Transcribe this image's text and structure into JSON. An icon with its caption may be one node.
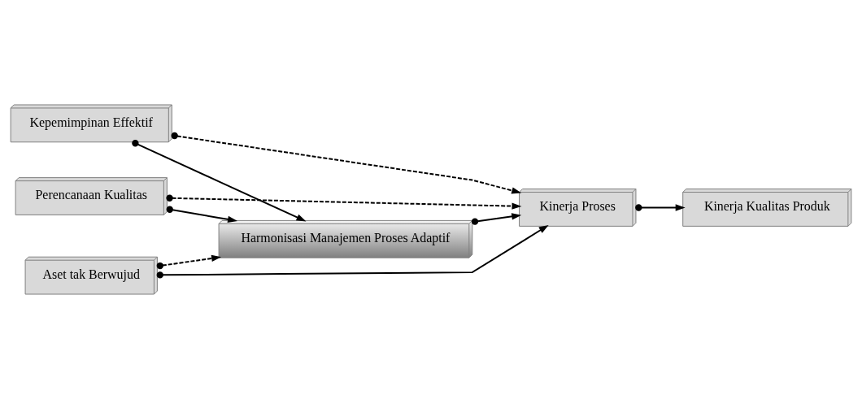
{
  "diagram": {
    "nodes": [
      {
        "text": [
          "Kepemimpinan Effektif"
        ]
      },
      {
        "text": [
          "Perencanaan Kualitas"
        ]
      },
      {
        "text": [
          "Harmonisasi Manajemen Proses Adaptif"
        ]
      },
      {
        "text": [
          "Kinerja Proses"
        ]
      },
      {
        "text": [
          "Kinerja Kualitas Produk"
        ]
      },
      {
        "text": [
          "Aset tak Berwujud"
        ]
      }
    ],
    "edges": [
      {
        "from": 0,
        "to": 3,
        "arrow": "to",
        "style": "dashed"
      },
      {
        "from": 0,
        "to": 2,
        "arrow": "to"
      },
      {
        "from": 1,
        "to": 3,
        "arrow": "to",
        "style": "dashed"
      },
      {
        "from": 1,
        "to": 2,
        "arrow": "to"
      },
      {
        "from": 2,
        "to": 3,
        "arrow": "to"
      },
      {
        "from": 3,
        "to": 4,
        "arrow": "to"
      },
      {
        "from": 5,
        "to": 2,
        "arrow": "to",
        "style": "dashed"
      },
      {
        "from": 5,
        "to": 3,
        "arrow": "to"
      }
    ]
  }
}
